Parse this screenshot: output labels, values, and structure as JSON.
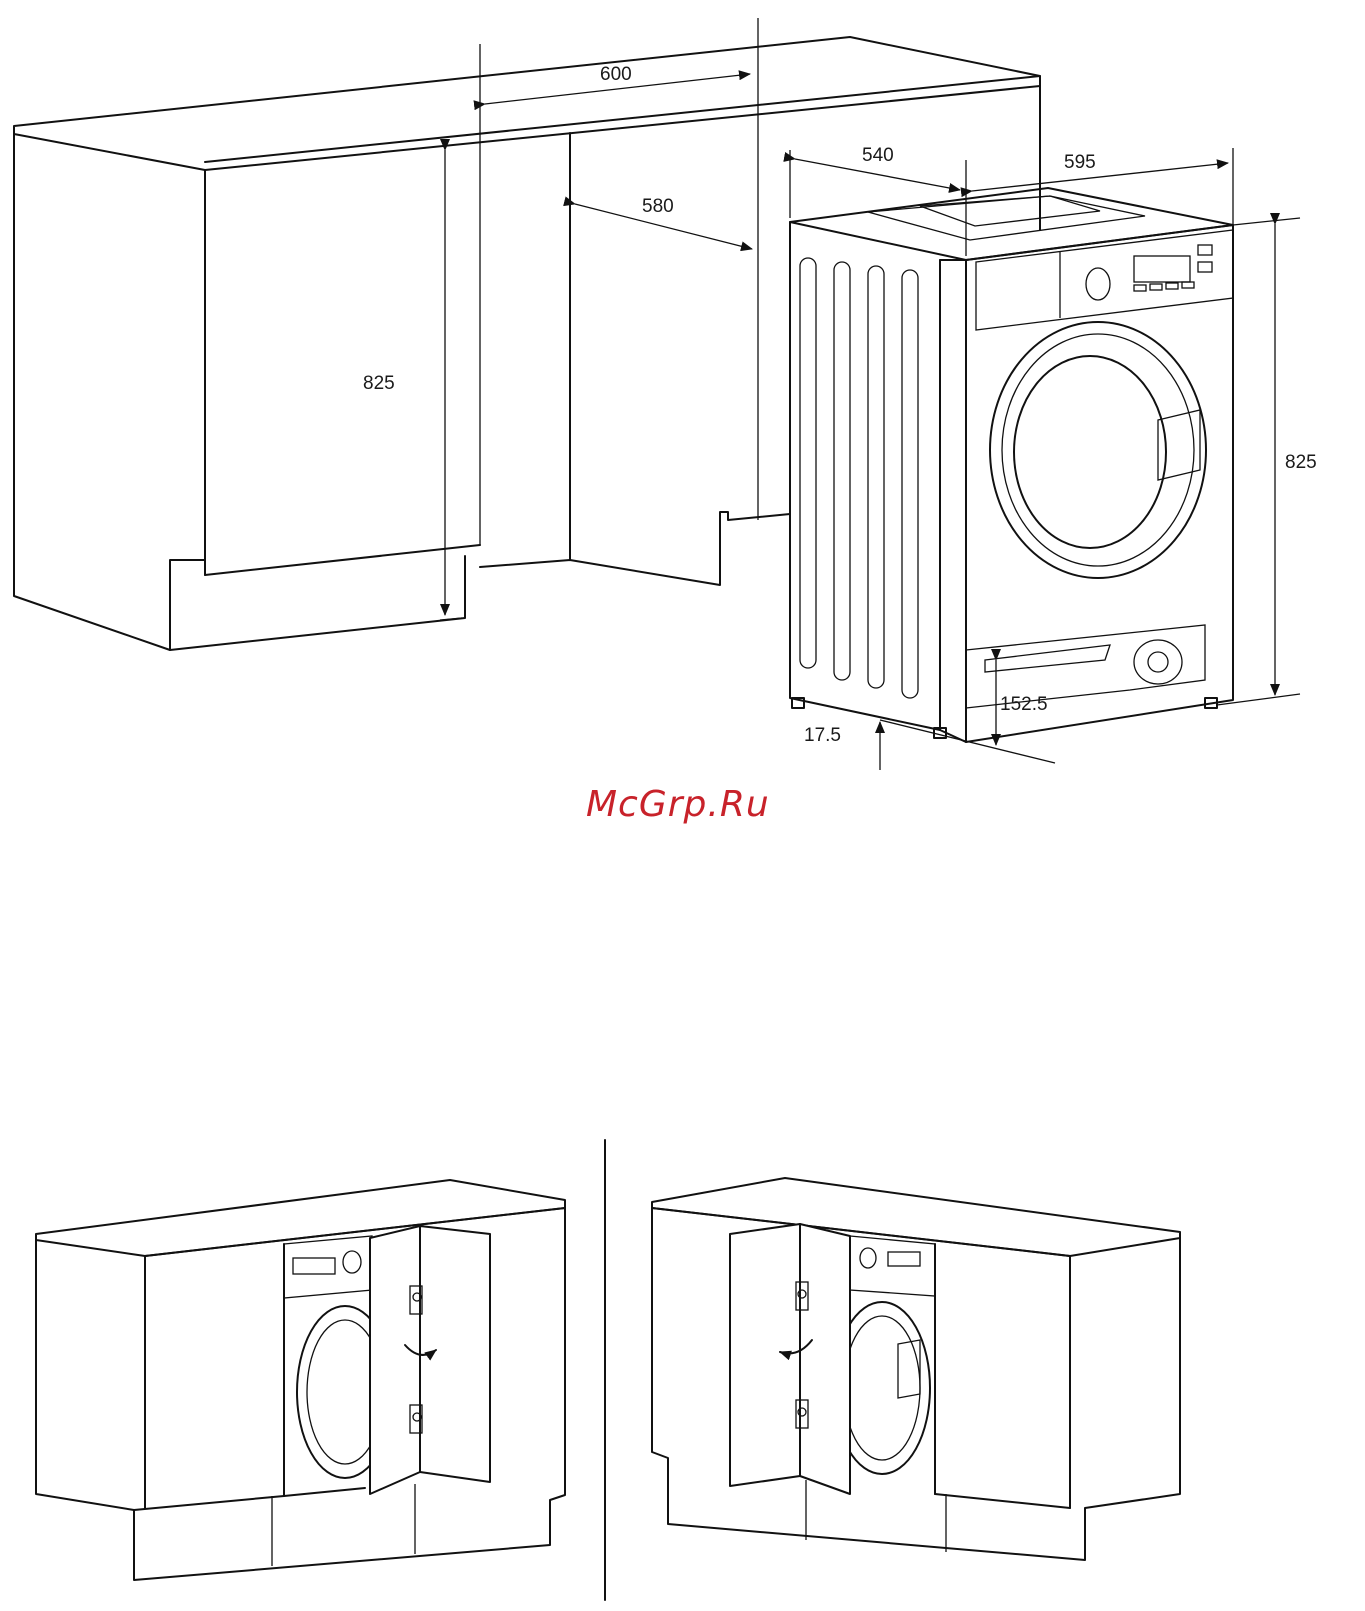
{
  "watermark": "McGrp.Ru",
  "dimensions": {
    "niche_width": "600",
    "niche_depth": "580",
    "niche_height": "825",
    "machine_depth": "540",
    "machine_width": "595",
    "machine_height": "825",
    "plinth_height": "152.5",
    "foot_height": "17.5"
  },
  "colors": {
    "line": "#111111",
    "watermark": "#c8222a",
    "background": "#ffffff"
  }
}
